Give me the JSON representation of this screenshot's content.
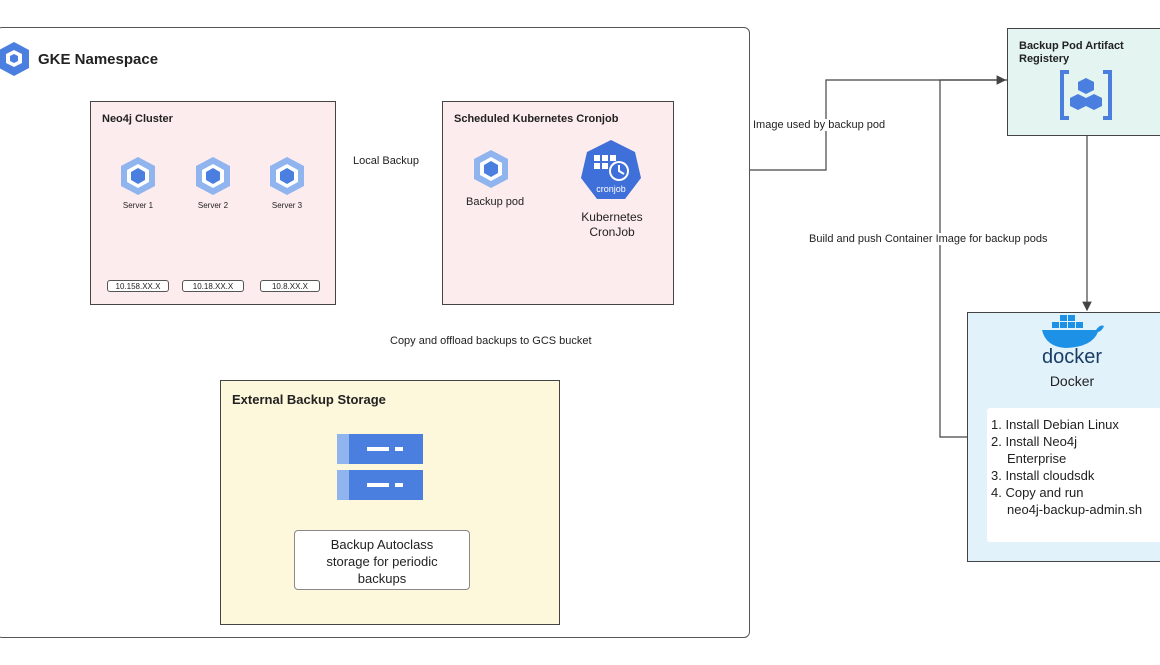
{
  "gke": {
    "title": "GKE Namespace"
  },
  "neo4j_cluster": {
    "title": "Neo4j Cluster",
    "servers": [
      {
        "name": "Server 1",
        "ip": "10.158.XX.X"
      },
      {
        "name": "Server 2",
        "ip": "10.18.XX.X"
      },
      {
        "name": "Server 3",
        "ip": "10.8.XX.X"
      }
    ]
  },
  "cronjob_box": {
    "title": "Scheduled Kubernetes Cronjob",
    "backup_pod": "Backup pod",
    "cron_icon_text": "cronjob",
    "cronjob_label_line1": "Kubernetes",
    "cronjob_label_line2": "CronJob"
  },
  "external_storage": {
    "title": "External Backup Storage",
    "note_line1": "Backup Autoclass",
    "note_line2": "storage for periodic",
    "note_line3": "backups"
  },
  "registry": {
    "title_line1": "Backup Pod Artifact",
    "title_line2": "Registery"
  },
  "docker": {
    "logo_text": "docker",
    "label": "Docker",
    "steps": [
      "1. Install Debian Linux",
      "2. Install Neo4j",
      "Enterprise",
      "3. Install cloudsdk",
      "4. Copy and run",
      "neo4j-backup-admin.sh"
    ]
  },
  "edges": {
    "local_backup": "Local Backup",
    "copy_offload": "Copy and offload backups to GCS bucket",
    "image_used": "Image used by backup pod",
    "build_push": "Build and push Container Image for backup pods"
  },
  "colors": {
    "k8s_blue": "#4a7fe0",
    "pink_box": "#fdeced",
    "yellow_box": "#fdf7dc",
    "teal_box": "#e3f4f1",
    "docker_box": "#e2f2fb"
  }
}
